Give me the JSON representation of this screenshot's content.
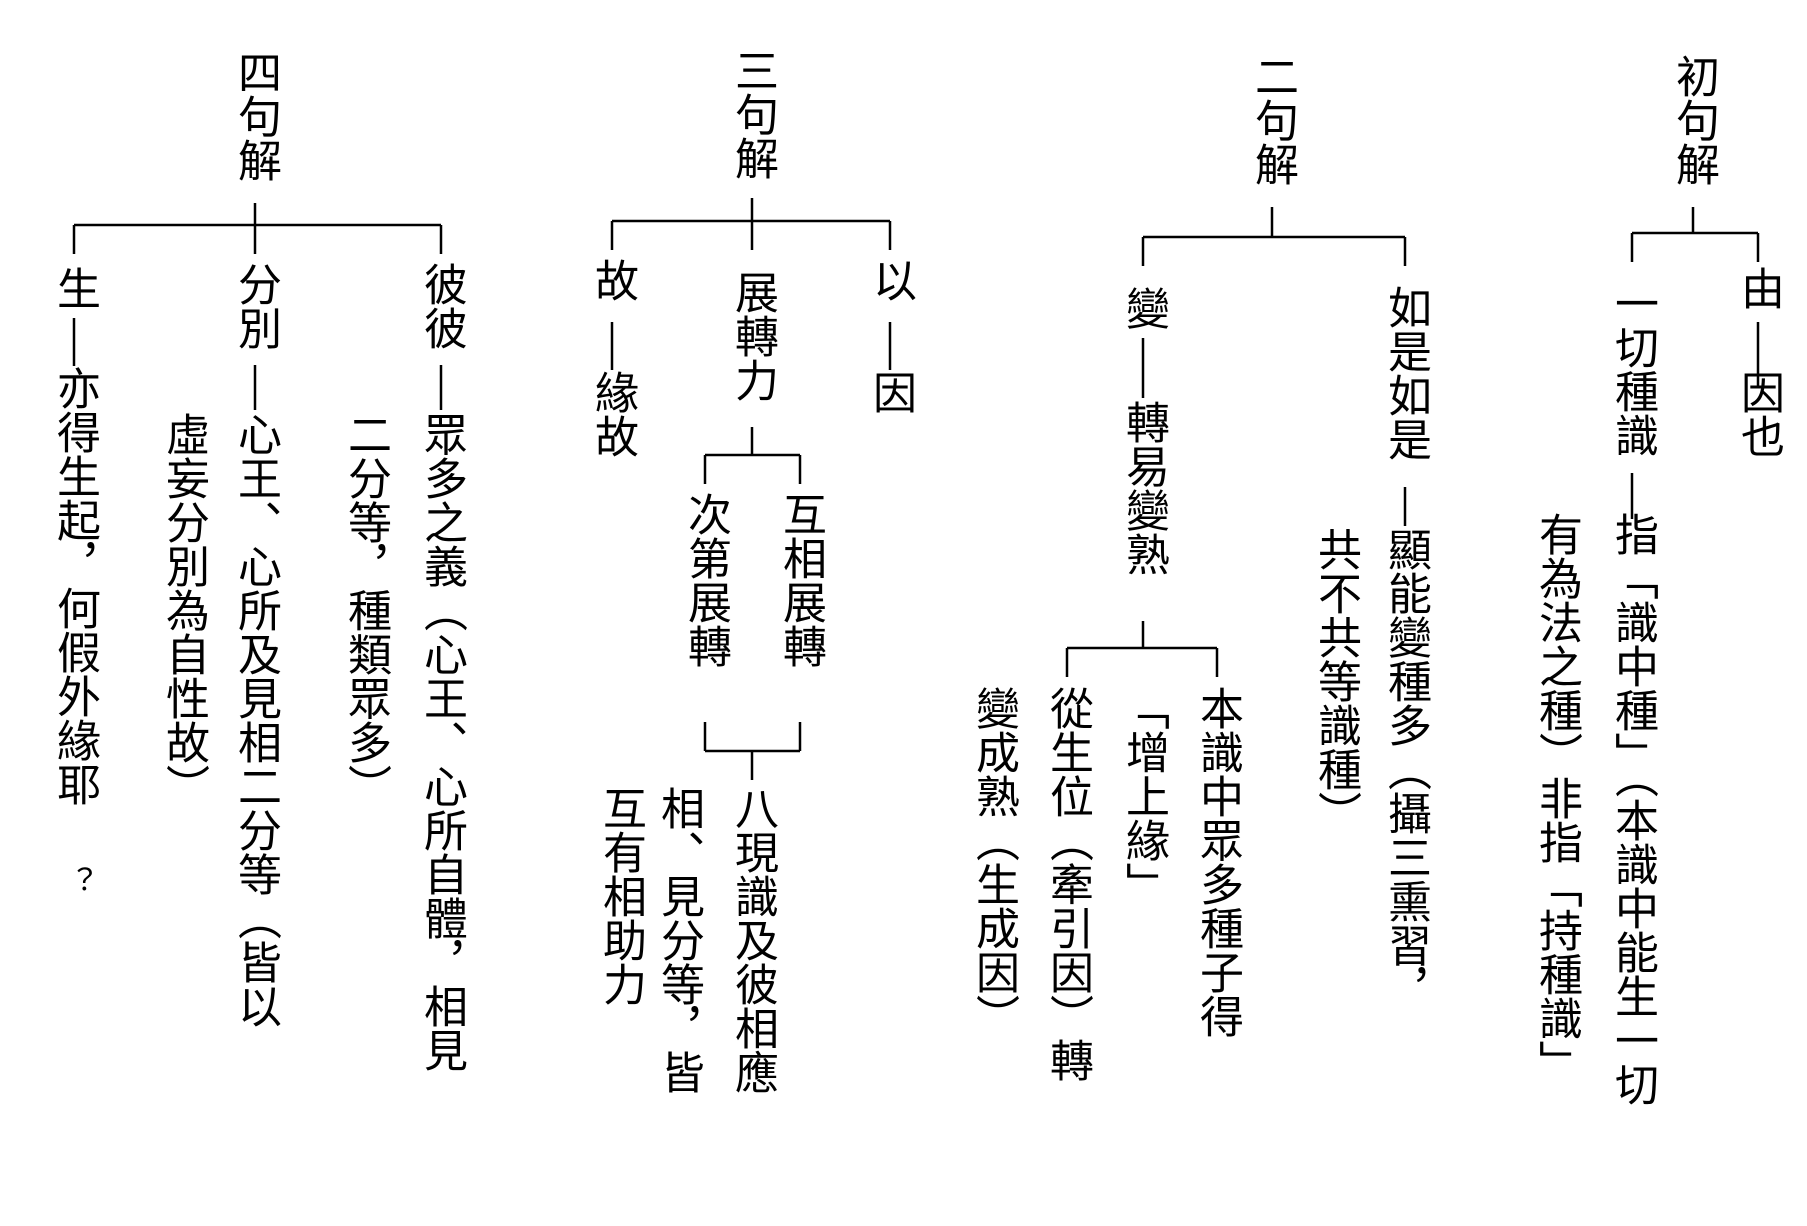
{
  "groups": {
    "g1": {
      "title": "初句解",
      "b1_a": "由",
      "b1_b": "因也",
      "b2_a": "一切種識",
      "b2_b": "指「識中種」（本識中能生一切",
      "b2_c": "有為法之種）非指「持種識」"
    },
    "g2": {
      "title": "二句解",
      "b1_a": "如是如是",
      "b1_b": "顯能變種多（攝三熏習，",
      "b1_c": "共不共等識種）",
      "b2_a": "變",
      "b2_b": "轉易變熟",
      "b2_c1": "本識中眾多種子得",
      "b2_c1b": "「增上緣」",
      "b2_c2": "從生位（牽引因）轉",
      "b2_c2b": "變成熟（生成因）"
    },
    "g3": {
      "title": "三句解",
      "b1_a": "以",
      "b1_b": "因",
      "b2_a": "展轉力",
      "b2_c1": "互相展轉",
      "b2_c2": "次第展轉",
      "b2_d1": "八現識及彼相應",
      "b2_d2": "相、見分等，皆",
      "b2_d3": "互有相助力",
      "b3_a": "故",
      "b3_b": "緣故"
    },
    "g4": {
      "title": "四句解",
      "b1_a": "彼彼",
      "b1_b": "眾多之義（心王、心所自體，相見",
      "b1_c": "二分等，種類眾多）",
      "b2_a": "分別",
      "b2_b": "心王、心所及見相二分等（皆以",
      "b2_c": "虛妄分別為自性故）",
      "b3_a": "生",
      "b3_b": "亦得生起，何假外緣耶",
      "b3_q": "？"
    }
  }
}
